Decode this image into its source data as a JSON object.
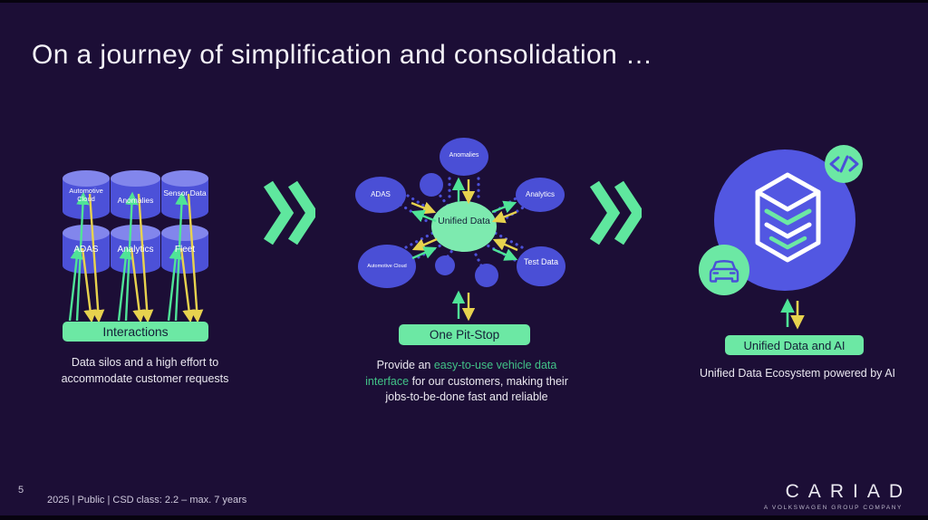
{
  "colors": {
    "bg": "#1c0e36",
    "green": "#6ce8a4",
    "green-soft": "#7deaaf",
    "arrow-green": "#4fe497",
    "yellow": "#e7d24e",
    "blue": "#4c51d8",
    "blue-light": "#8286ec",
    "blue-circle": "#5257e2",
    "text-light": "#f3f1f7",
    "text-green": "#41c287",
    "text-dark": "#142038"
  },
  "slide": {
    "title": "On a journey of simplification and consolidation …",
    "page_number": "5",
    "footer_meta": "2025 | Public | CSD class: 2.2 – max. 7 years"
  },
  "brand": {
    "name": "CARIAD",
    "tagline": "A VOLKSWAGEN GROUP COMPANY"
  },
  "left": {
    "cylinders": [
      "Automotive Cloud",
      "Anomalies",
      "Sensor Data",
      "ADAS",
      "Analytics",
      "Fleet"
    ],
    "box_label": "Interactions",
    "caption": "Data silos and a high effort to accommodate customer requests"
  },
  "middle": {
    "bubble_top": "Anomalies",
    "bubble_left": "ADAS",
    "bubble_right": "Analytics",
    "bubble_bottom_left": "Automotive Cloud",
    "bubble_bottom_right": "Test Data",
    "center_label": "Unified Data",
    "box_label": "One Pit-Stop",
    "caption_before": "Provide an ",
    "caption_highlight": "easy-to-use vehicle data interface",
    "caption_after": " for our customers, making their jobs-to-be-done fast and reliable"
  },
  "right": {
    "box_label": "Unified Data and AI",
    "caption": "Unified Data Ecosystem powered by AI"
  }
}
